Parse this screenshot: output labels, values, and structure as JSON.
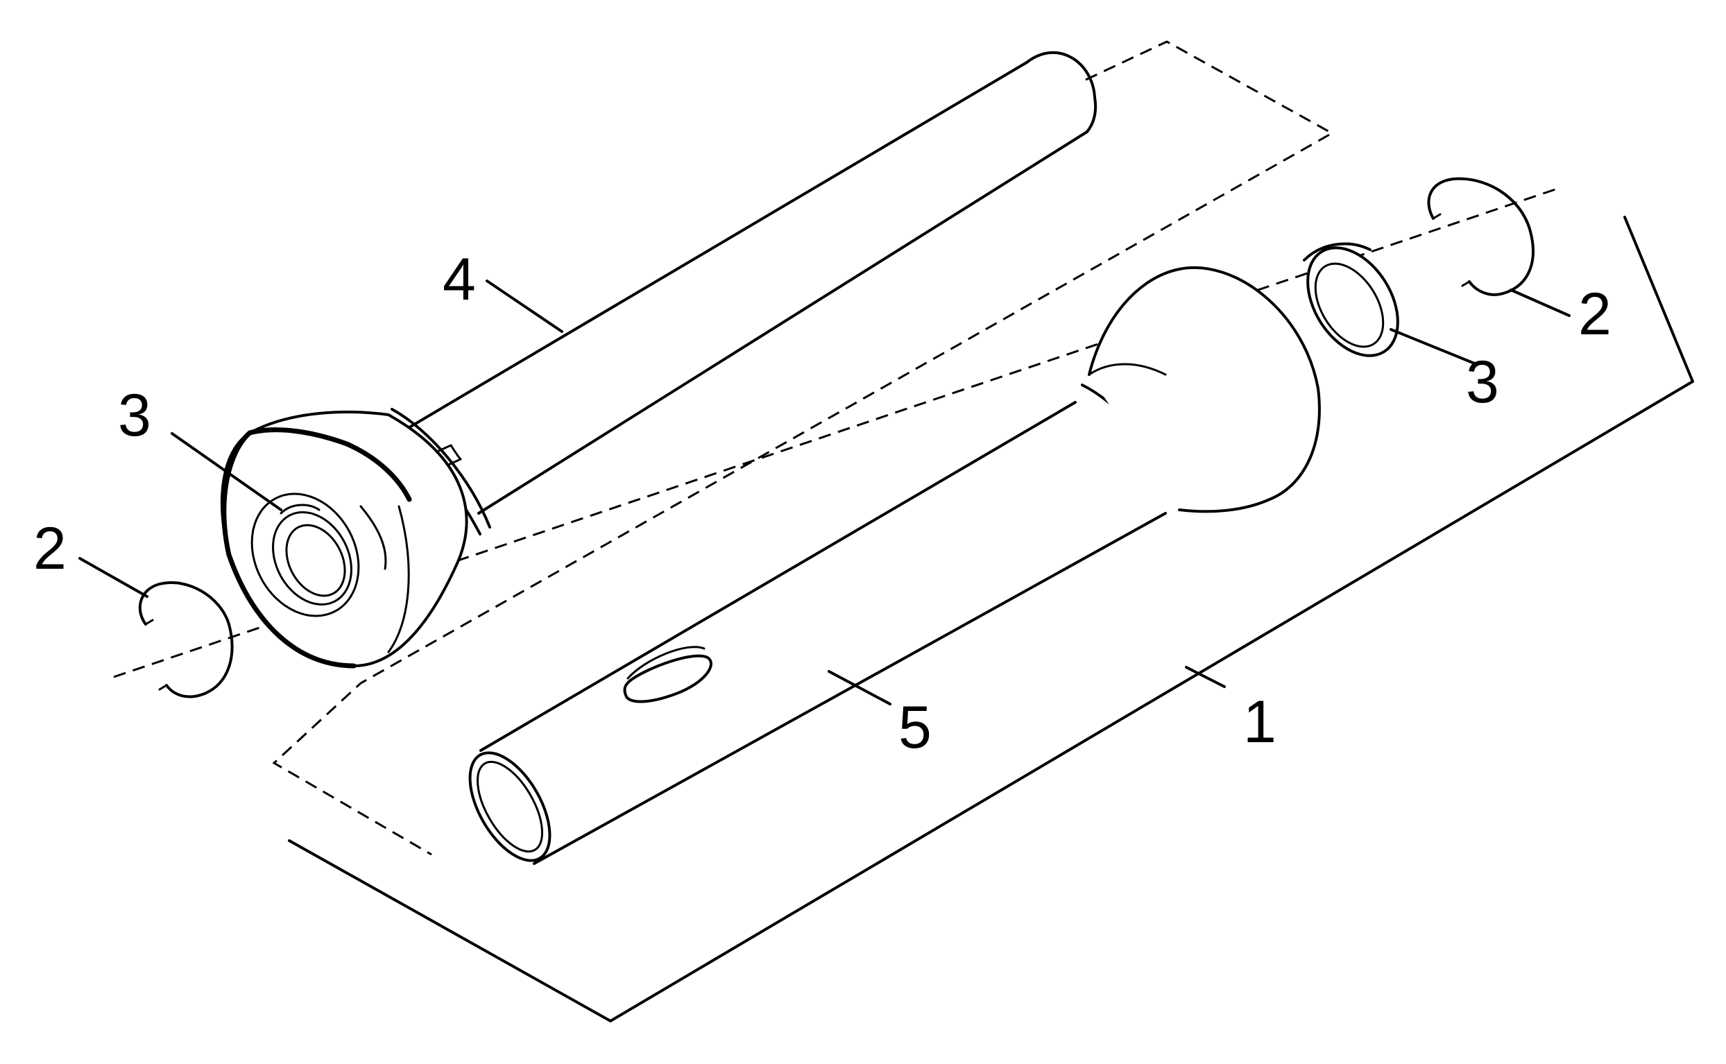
{
  "callouts": [
    {
      "id": "assembly",
      "label": "1"
    },
    {
      "id": "retaining-ring-left",
      "label": "2"
    },
    {
      "id": "retaining-ring-right",
      "label": "2"
    },
    {
      "id": "bearing-left",
      "label": "3"
    },
    {
      "id": "bearing-right",
      "label": "3"
    },
    {
      "id": "outer-shaft",
      "label": "4"
    },
    {
      "id": "inner-shaft",
      "label": "5"
    }
  ]
}
